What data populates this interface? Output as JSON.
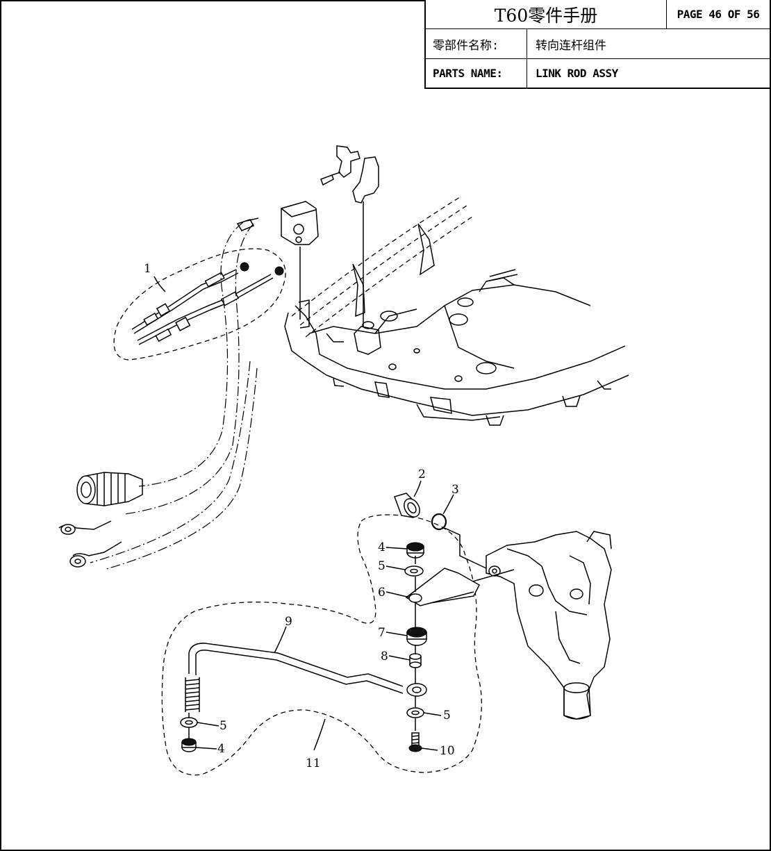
{
  "title_block": {
    "title": "T60零件手册",
    "page": "PAGE 46 OF 56",
    "name_label_cn": "零部件名称:",
    "name_value_cn": "转向连杆组件",
    "name_label_en": "PARTS NAME:",
    "name_value_en": "LINK ROD ASSY"
  },
  "callouts": {
    "c1": "1",
    "c2": "2",
    "c3": "3",
    "c4a": "4",
    "c5a": "5",
    "c6": "6",
    "c7": "7",
    "c8": "8",
    "c9": "9",
    "c5b": "5",
    "c5c": "5",
    "c4b": "4",
    "c11": "11",
    "c10": "10"
  }
}
